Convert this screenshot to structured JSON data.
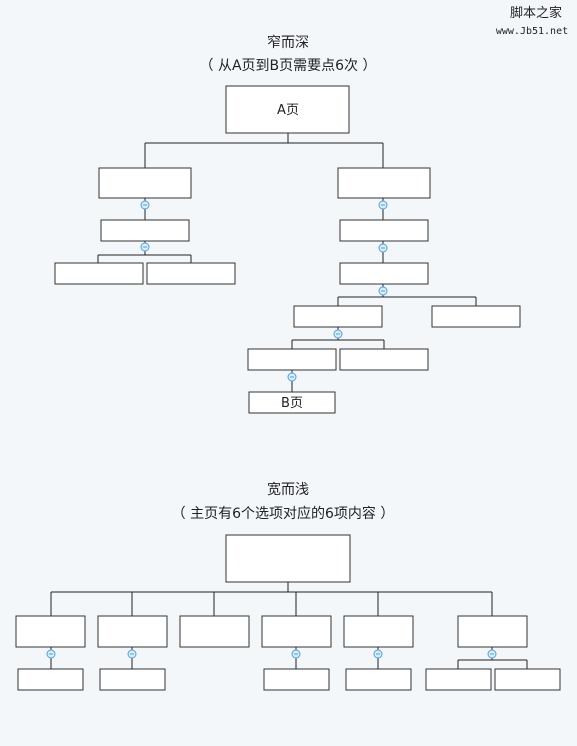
{
  "watermark": {
    "line1": "脚本之家",
    "line2": "www.Jb51.net"
  },
  "deep": {
    "title": "窄而深",
    "subtitle": "（ 从A页到B页需要点6次 ）",
    "page_a_label": "A页",
    "page_b_label": "B页"
  },
  "wide": {
    "title": "宽而浅",
    "subtitle": "（ 主页有6个选项对应的6项内容 ）"
  }
}
